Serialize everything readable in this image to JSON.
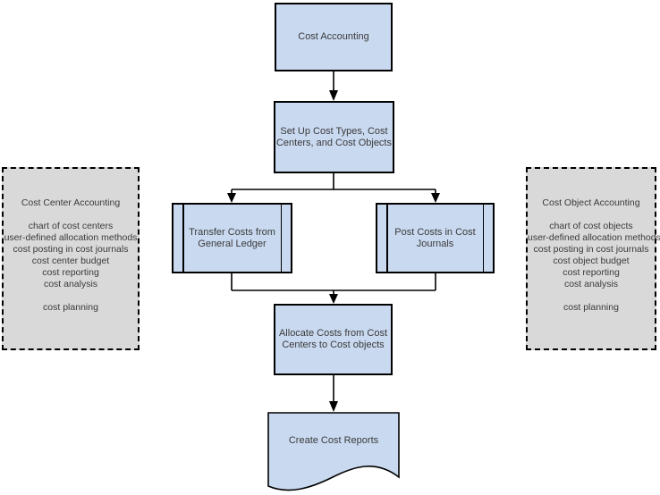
{
  "diagram": {
    "title": "Cost Accounting flowchart",
    "nodes": {
      "cost_accounting": "Cost Accounting",
      "setup": "Set Up Cost Types, Cost\nCenters, and Cost Objects",
      "transfer": "Transfer Costs from\nGeneral Ledger",
      "post": "Post Costs in Cost\nJournals",
      "allocate": "Allocate Costs from Cost\nCenters to Cost objects",
      "create_reports": "Create Cost Reports"
    },
    "notes": {
      "left": {
        "title": "Cost Center Accounting",
        "items": [
          "chart of cost centers",
          "user-defined allocation methods",
          "cost posting in cost journals",
          "cost center budget",
          "cost reporting",
          "cost analysis"
        ],
        "footer": "cost planning"
      },
      "right": {
        "title": "Cost Object Accounting",
        "items": [
          "chart of cost objects",
          "user-defined allocation methods",
          "cost posting in cost journals",
          "cost object budget",
          "cost reporting",
          "cost analysis"
        ],
        "footer": "cost planning"
      }
    },
    "colors": {
      "node_fill": "#c9d9f0",
      "node_border": "#000000",
      "note_fill": "#d9d9d9",
      "note_border": "#000000",
      "text": "#3a3a3a",
      "connector": "#000000"
    }
  }
}
